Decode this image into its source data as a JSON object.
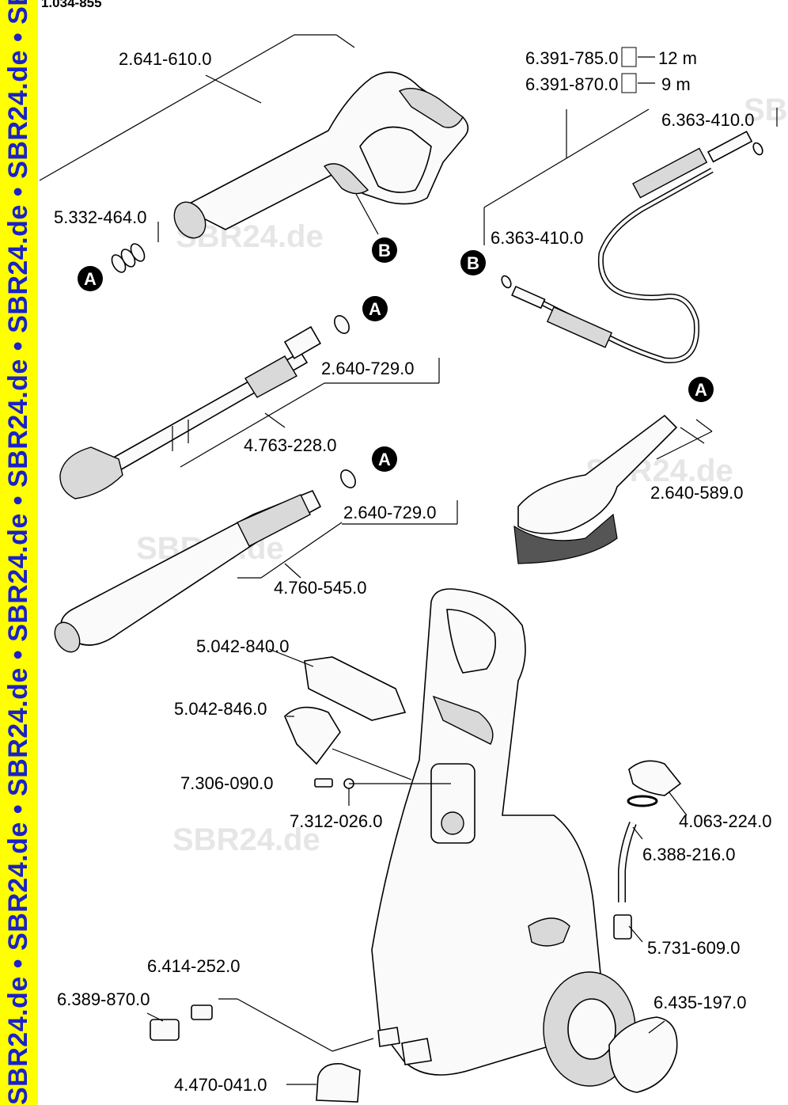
{
  "document": {
    "id": "1.034-855"
  },
  "side_band": {
    "text": "SBR24.de • SBR24.de • SBR24.de • SBR24.de • SBR24.de • SBR24.de • SBR24.de • SBR"
  },
  "watermark": "SBR24.de",
  "callout_letters": {
    "a": "A",
    "b": "B"
  },
  "parts": {
    "gun": "2.641-610.0",
    "o_rings": "5.332-464.0",
    "hose_12m": "6.391-785.0",
    "hose_12m_length": "12 m",
    "hose_9m": "6.391-870.0",
    "hose_9m_length": "9 m",
    "hose_oring_top": "6.363-410.0",
    "hose_oring_bottom": "6.363-410.0",
    "nozzle_fitting_1": "2.640-729.0",
    "dirt_blaster_lance": "4.763-228.0",
    "nozzle_fitting_2": "2.640-729.0",
    "vario_lance": "4.760-545.0",
    "wash_brush": "2.640-589.0",
    "handle_insert": "5.042-840.0",
    "holder": "5.042-846.0",
    "screw": "7.306-090.0",
    "washer": "7.312-026.0",
    "detergent_cap": "4.063-224.0",
    "suction_hose": "6.388-216.0",
    "filter": "5.731-609.0",
    "water_inlet": "6.414-252.0",
    "coupling": "6.389-870.0",
    "cap": "4.470-041.0",
    "wheel": "6.435-197.0"
  }
}
